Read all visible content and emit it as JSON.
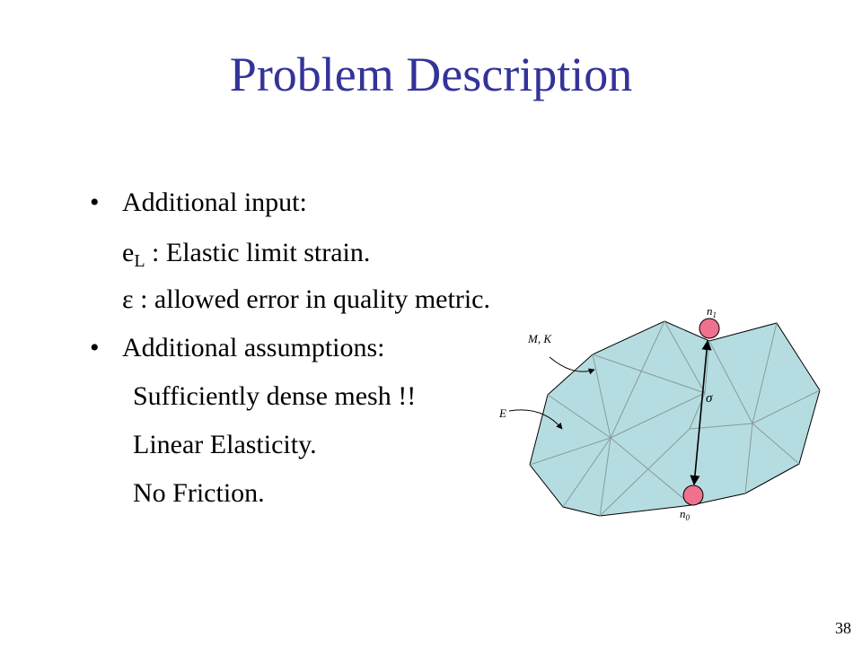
{
  "slide": {
    "title": "Problem Description",
    "page_number": "38"
  },
  "content": {
    "bullet_1": "Additional input:",
    "el_main": "e",
    "el_sub": "L",
    "el_rest": " : Elastic limit strain.",
    "epsilon_line": "ε : allowed error in quality metric.",
    "bullet_2": "Additional assumptions:",
    "assumption_1": "Sufficiently dense mesh !!",
    "assumption_2": "Linear Elasticity.",
    "assumption_3": "No Friction."
  },
  "diagram": {
    "label_n1_main": "n",
    "label_n1_sub": "1",
    "label_n0_main": "n",
    "label_n0_sub": "0",
    "label_mk": "M, K",
    "label_e": "E",
    "label_sigma": "σ",
    "colors": {
      "mesh_fill": "#b5dde1",
      "mesh_edge": "#8a9a9c",
      "node_fill": "#f07090",
      "outline": "#000000"
    }
  }
}
